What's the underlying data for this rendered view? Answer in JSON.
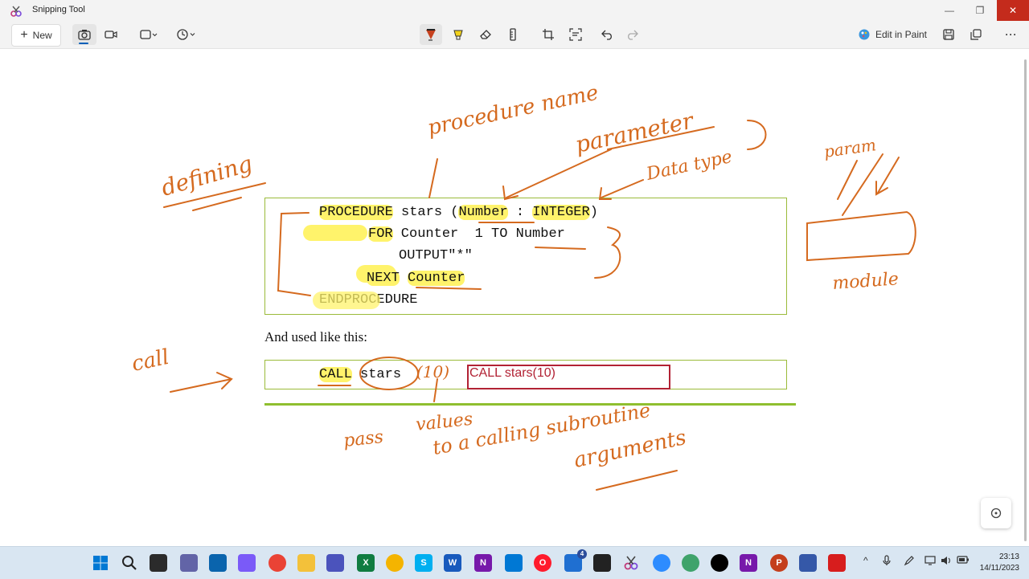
{
  "window": {
    "title": "Snipping Tool",
    "min": "—",
    "max": "❐",
    "close": "✕"
  },
  "toolbar": {
    "new_label": "New",
    "edit_in_paint": "Edit in Paint",
    "more": "···"
  },
  "document": {
    "code": {
      "line1": {
        "a": "PROCEDURE",
        "b": " stars (",
        "c": "Number",
        "d": " : ",
        "e": "INTEGER",
        "f": ")"
      },
      "line2": {
        "a": "FOR",
        "b": " Counter  1 TO Number"
      },
      "line3": "OUTPUT\"*\"",
      "line4": {
        "a": "NEXT",
        "b": " ",
        "c": "Counter"
      },
      "line5": "ENDPROCEDURE"
    },
    "prose": "And used like this:",
    "call_line": {
      "a": "CALL",
      "b": " stars"
    },
    "red_box_text": "CALL stars(10)"
  },
  "annotations": {
    "procedure_name": "procedure name",
    "parameter": "parameter",
    "data_type": "Data type",
    "defining": "defining",
    "call": "call",
    "paren_ten": "(10)",
    "param": "param",
    "module": "module",
    "pass": "pass",
    "values": "values",
    "to_calling": "to a calling subroutine",
    "arguments": "arguments"
  },
  "taskbar": {
    "time": "23:13",
    "date": "14/11/2023",
    "badge": "4"
  },
  "colors": {
    "ink": "#d56a1f",
    "highlight": "#fff36b",
    "box_border": "#9bbb3a",
    "red_box": "#b22234"
  }
}
